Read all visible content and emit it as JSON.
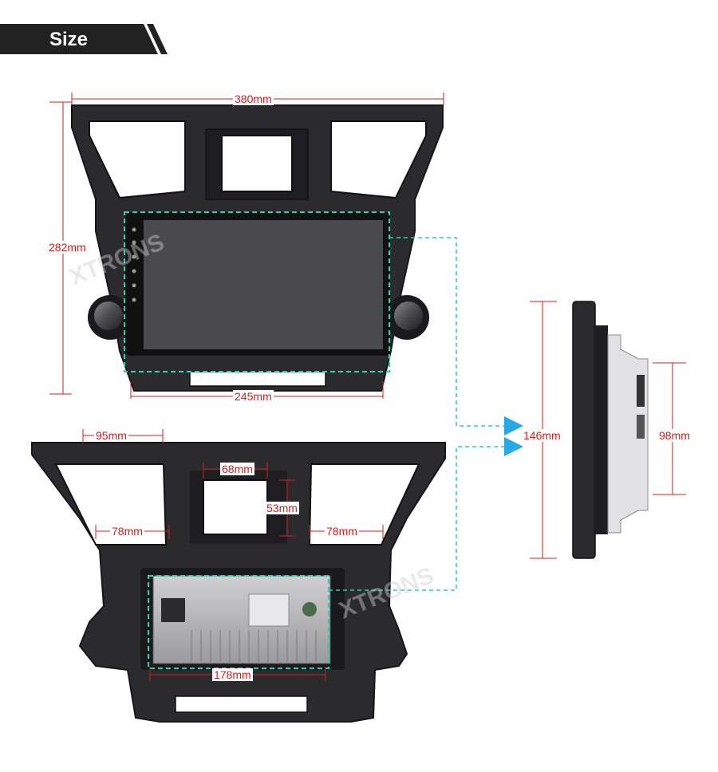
{
  "section_title": "Size",
  "dimensions": {
    "front_width": "380mm",
    "front_height": "282mm",
    "screen_width": "245mm",
    "side_depth": "146mm",
    "side_chassis": "98mm",
    "back_top_left": "95mm",
    "back_center_width": "68mm",
    "back_center_height": "53mm",
    "back_left_vent": "78mm",
    "back_right_vent": "78mm",
    "back_chassis_width": "178mm"
  },
  "colors": {
    "dimension_line": "#cc2222",
    "highlight_dash": "#2ecfb0",
    "arrow": "#29a8e8",
    "panel": "#2b2b2d",
    "screen": "#4a4a4c"
  }
}
